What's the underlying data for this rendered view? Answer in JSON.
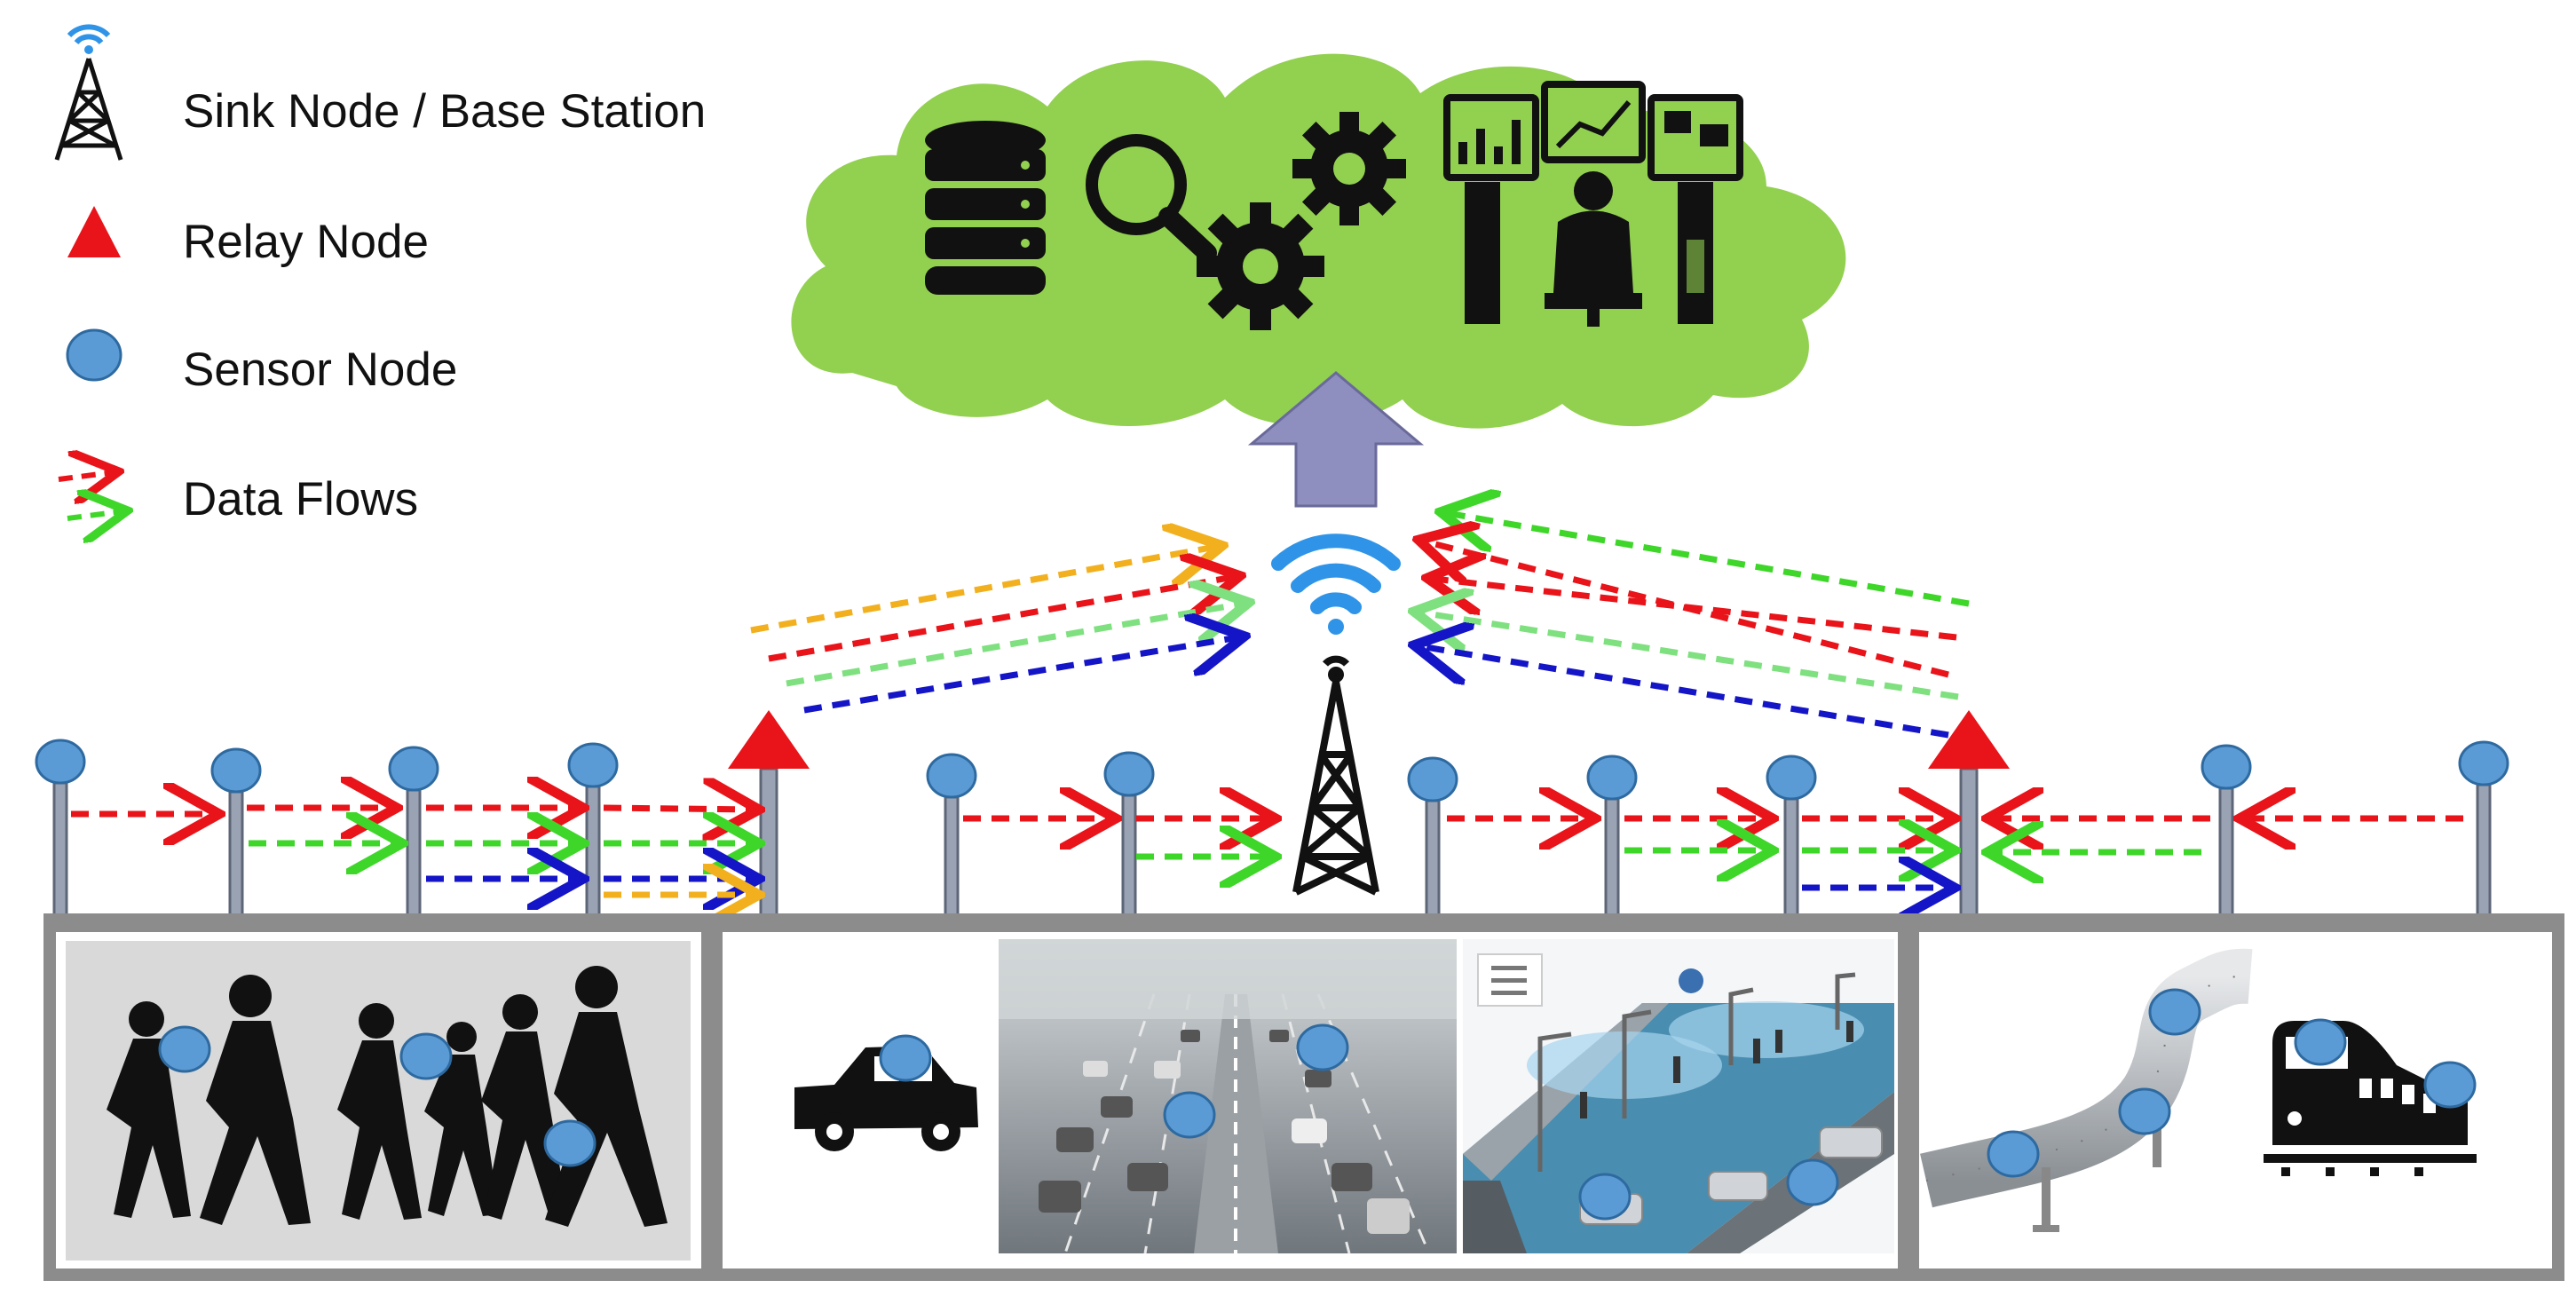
{
  "legend": {
    "sink_label": "Sink Node / Base Station",
    "relay_label": "Relay Node",
    "sensor_label": "Sensor Node",
    "flows_label": "Data Flows"
  },
  "colors": {
    "cloud": "#92d050",
    "upload_arrow": "#8f8fbf",
    "relay": "#e8141a",
    "sensor": "#5b9bd5",
    "pole": "#9aa3b4",
    "ground": "#8c8c8c",
    "wifi": "#2f94e8",
    "flow_red": "#e8141a",
    "flow_green": "#3fd62a",
    "flow_blue": "#1515c8",
    "flow_yellow": "#f2b01e",
    "flow_lightgreen": "#7fe07f"
  },
  "cloud_icons": [
    "database-icon",
    "search-icon",
    "gears-icon",
    "monitoring-operator-icon"
  ],
  "panels": [
    {
      "name": "pedestrians-panel",
      "icon": "walking-people-icon"
    },
    {
      "name": "traffic-panel",
      "icon": "car-icon"
    },
    {
      "name": "smart-street-panel",
      "icon": "street-lights-icon"
    },
    {
      "name": "pipeline-rail-panel",
      "icon": "train-icon"
    }
  ]
}
